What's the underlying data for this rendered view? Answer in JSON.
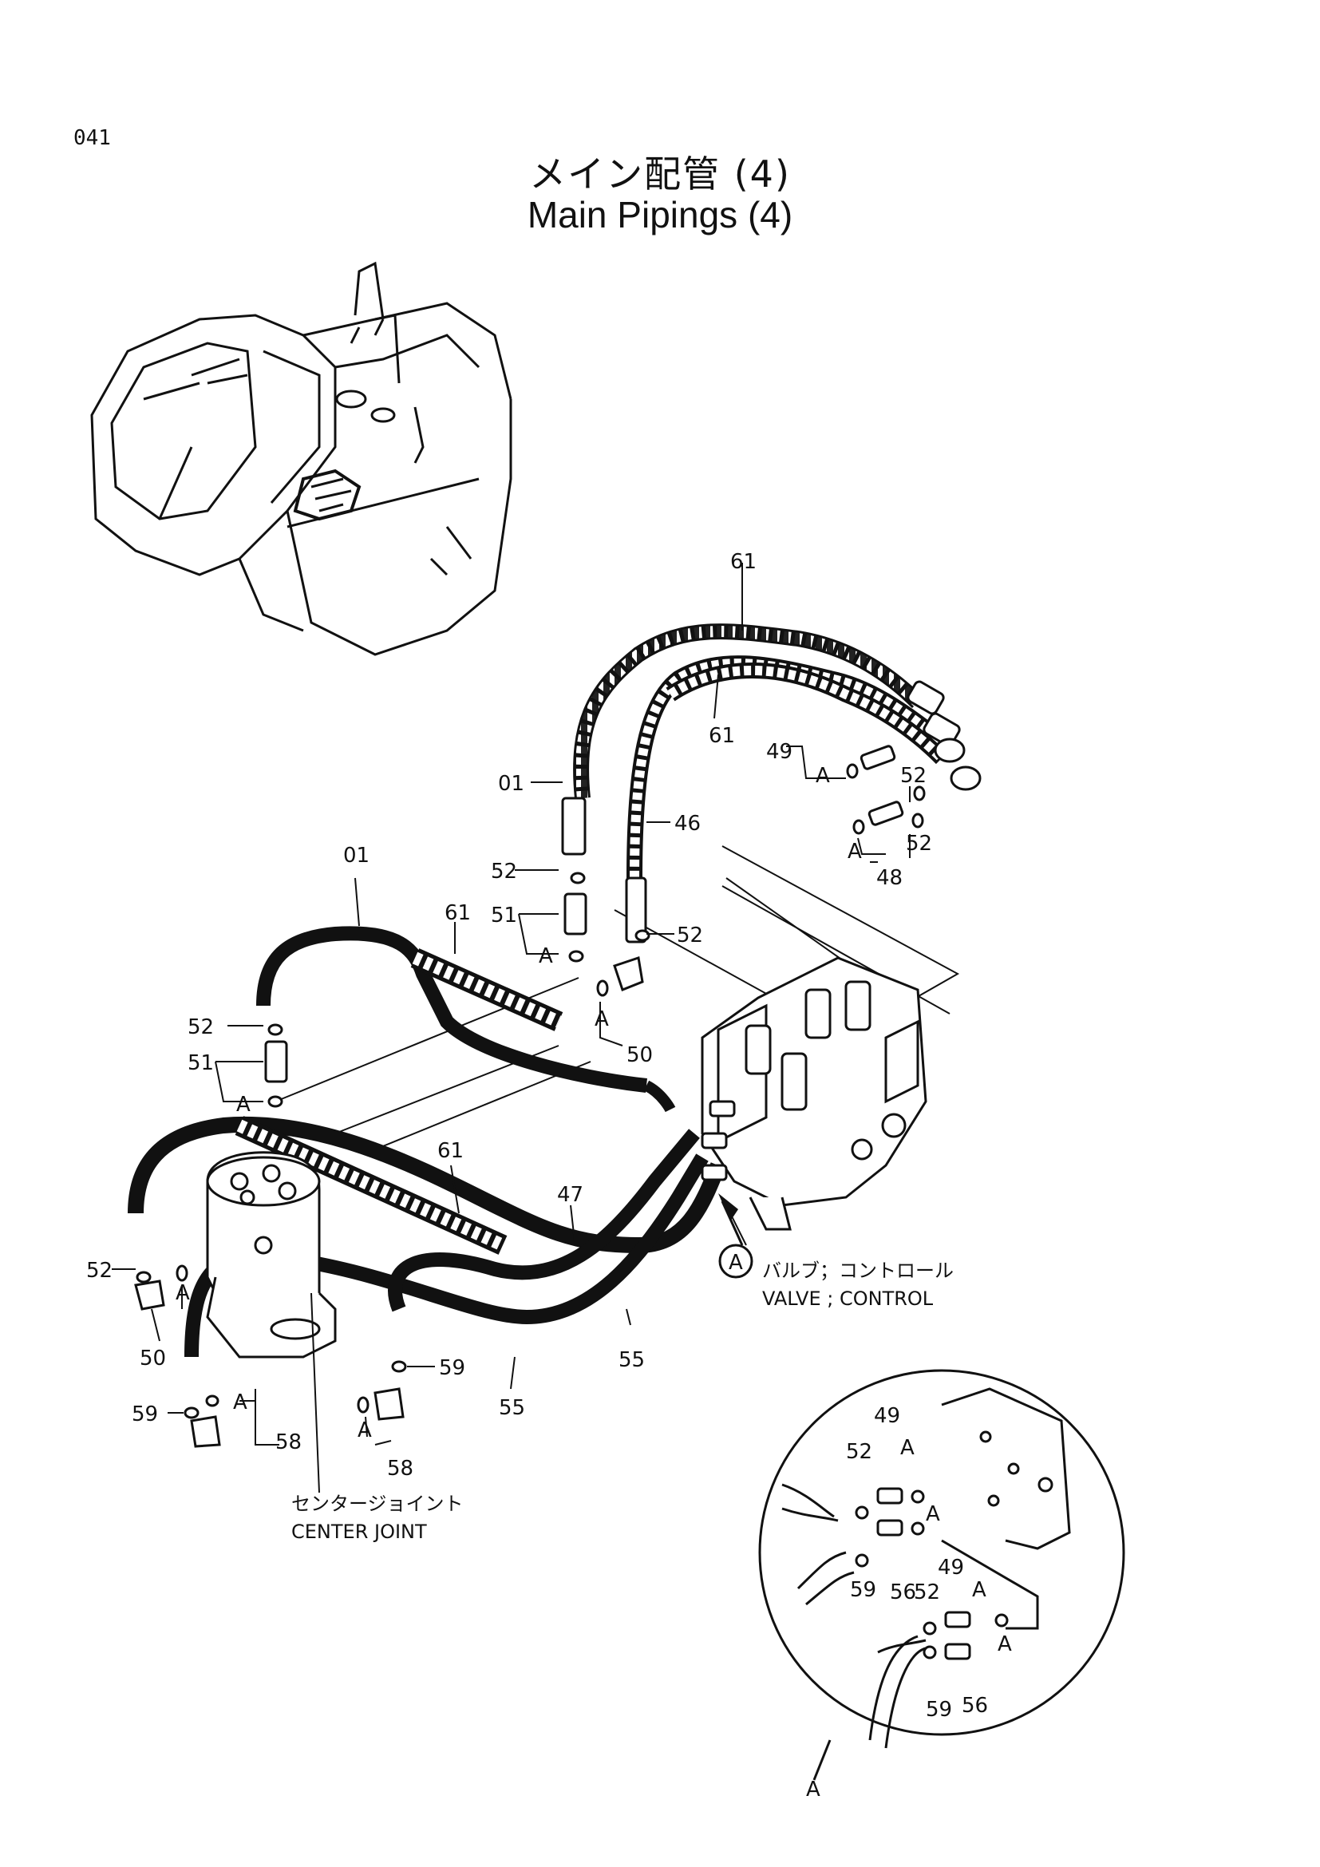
{
  "page_number": "041",
  "title_jp": "メイン配管 (4)",
  "title_en": "Main Pipings (4)",
  "labels": {
    "p61": "61",
    "p01": "01",
    "p46": "46",
    "p47": "47",
    "p48": "48",
    "p49": "49",
    "p50": "50",
    "p51": "51",
    "p52": "52",
    "p55": "55",
    "p56": "56",
    "p58": "58",
    "p59": "59",
    "a": "A"
  },
  "captions": {
    "valve_jp": "バルブ；コントロール",
    "valve_en": "VALVE ; CONTROL",
    "joint_jp": "センタージョイント",
    "joint_en": "CENTER JOINT"
  },
  "detail_marker": "A"
}
